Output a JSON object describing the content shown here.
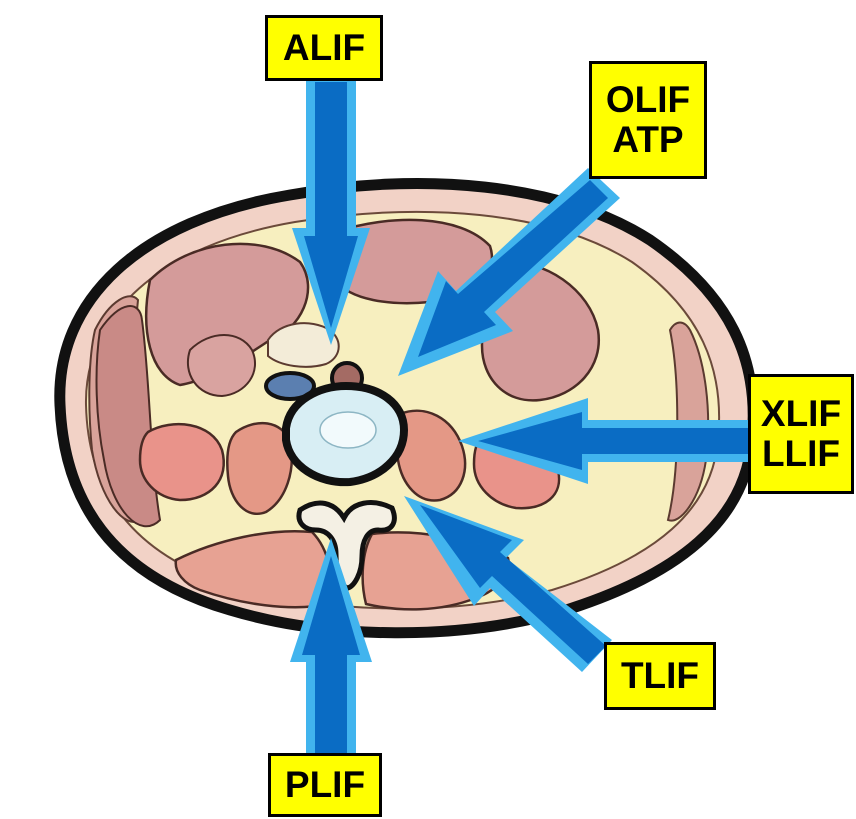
{
  "colors": {
    "label_background": "#ffff00",
    "arrow_fill": "#0a6cc4",
    "arrow_outline": "#41b4ee",
    "body_outline": "#111111",
    "skin": "#f2d2c6",
    "fat": "#f7efbf",
    "muscle": "#e49886",
    "bowel": "#d49b9a",
    "disc": "#d8eef4"
  },
  "labels": {
    "alif": "ALIF",
    "olif_line1": "OLIF",
    "olif_line2": "ATP",
    "xlif_line1": "XLIF",
    "xlif_line2": "LLIF",
    "tlif": "TLIF",
    "plif": "PLIF"
  },
  "approaches": [
    {
      "name": "ALIF",
      "direction": "anterior"
    },
    {
      "name": "OLIF / ATP",
      "direction": "oblique anterolateral"
    },
    {
      "name": "XLIF / LLIF",
      "direction": "lateral"
    },
    {
      "name": "TLIF",
      "direction": "posterolateral"
    },
    {
      "name": "PLIF",
      "direction": "posterior"
    }
  ]
}
